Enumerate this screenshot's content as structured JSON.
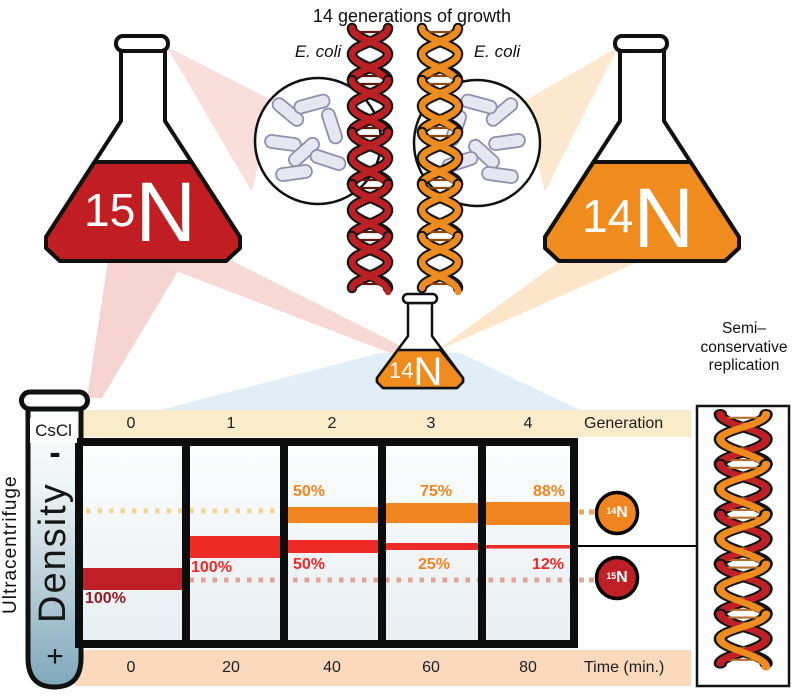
{
  "title": "14 generations of growth",
  "labels": {
    "ecoli_left": "E. coli",
    "ecoli_right": "E. coli",
    "semi": [
      "Semi–",
      "conservative",
      "replication"
    ]
  },
  "flasks": {
    "heavy": {
      "iso": "15",
      "symbol": "N"
    },
    "light": {
      "iso": "14",
      "symbol": "N"
    },
    "culture": {
      "iso": "14",
      "symbol": "N"
    }
  },
  "tube": {
    "top_label": "CsCl",
    "minus": "-",
    "plus": "+",
    "density": "Density",
    "side_label": "Ultracentrifuge"
  },
  "gel": {
    "generation_axis": {
      "title": "Generation",
      "labels": [
        "0",
        "1",
        "2",
        "3",
        "4"
      ]
    },
    "time_axis": {
      "title": "Time (min.)",
      "labels": [
        "0",
        "20",
        "40",
        "60",
        "80"
      ]
    },
    "columns": [
      {
        "generation": "0",
        "time_min": "0",
        "bands": [
          {
            "band": "heavy-red",
            "pct": "100%"
          }
        ]
      },
      {
        "generation": "1",
        "time_min": "20",
        "bands": [
          {
            "band": "hybrid-red",
            "pct": "100%"
          }
        ]
      },
      {
        "generation": "2",
        "time_min": "40",
        "bands": [
          {
            "band": "light-orange",
            "pct": "50%"
          },
          {
            "band": "hybrid-red",
            "pct": "50%"
          }
        ]
      },
      {
        "generation": "3",
        "time_min": "60",
        "bands": [
          {
            "band": "light-orange",
            "pct": "75%"
          },
          {
            "band": "hybrid-red",
            "pct": "25%"
          }
        ]
      },
      {
        "generation": "4",
        "time_min": "80",
        "bands": [
          {
            "band": "light-orange",
            "pct": "88%"
          },
          {
            "band": "hybrid-red",
            "pct": "12%"
          }
        ]
      }
    ]
  },
  "markers": {
    "light": {
      "iso": "14",
      "symbol": "N"
    },
    "heavy": {
      "iso": "15",
      "symbol": "N"
    }
  },
  "colors": {
    "heavy_red": "#bf2026",
    "hybrid_red": "#ee2a26",
    "light_orange": "#f0841f",
    "flask_red": "#c01e22",
    "flask_orange": "#f08c1e",
    "generation_band": "#faeccb",
    "time_band": "#fbd9bd",
    "light_position_dotted": "#f2d493",
    "heavy_position_dotted": "#e2a496",
    "tube_bottom": "#7ea7bb"
  }
}
